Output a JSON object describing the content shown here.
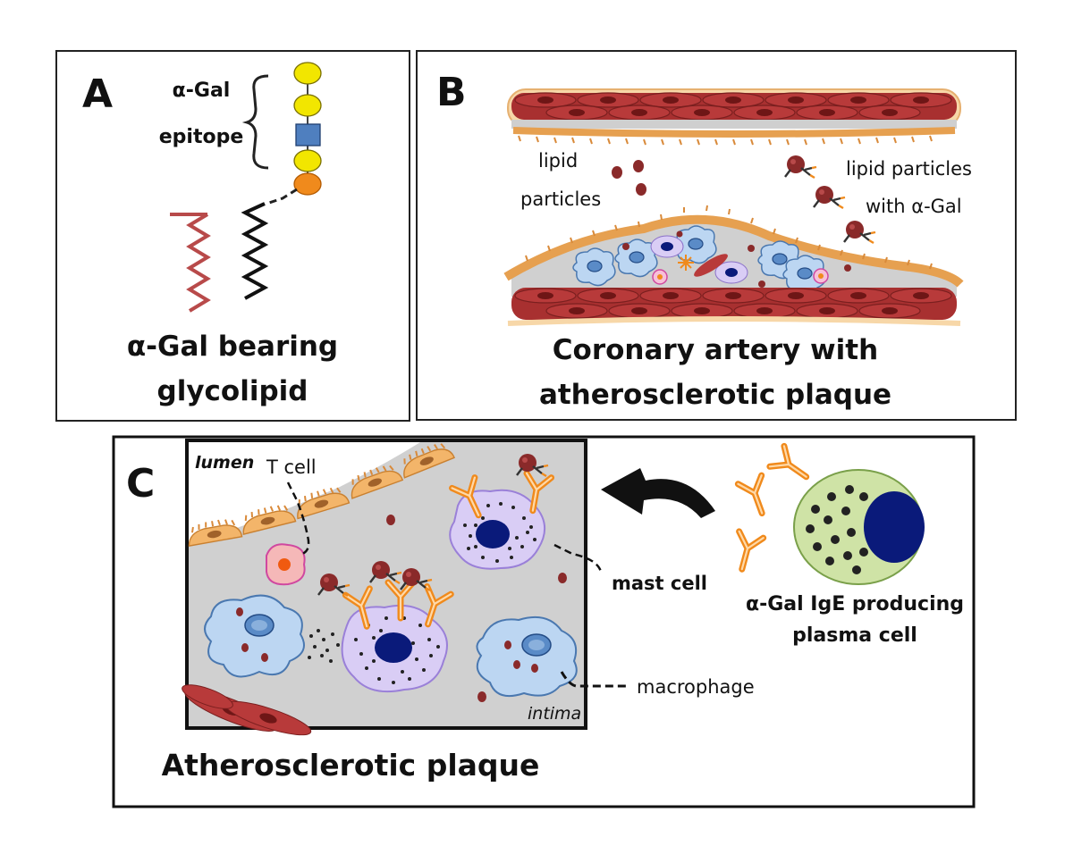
{
  "panel_a": {
    "letter": "A",
    "epitope_line1": "α-Gal",
    "epitope_line2": "epitope",
    "title_line1": "α-Gal bearing",
    "title_line2": "glycolipid"
  },
  "panel_b": {
    "letter": "B",
    "lipid_label_line1": "lipid",
    "lipid_label_line2": "particles",
    "agal_label_line1": "lipid particles",
    "agal_label_line2": "with α-Gal",
    "title_line1": "Coronary artery with",
    "title_line2": "atherosclerotic plaque"
  },
  "panel_c": {
    "letter": "C",
    "lumen": "lumen",
    "t_cell": "T cell",
    "intima": "intima",
    "mast_cell": "mast cell",
    "macrophage": "macrophage",
    "plasma_line1": "α-Gal IgE producing",
    "plasma_line2": "plasma cell",
    "title": "Atherosclerotic plaque"
  },
  "colors": {
    "galactose": "#f2e600",
    "glcnac": "#4f7fbf",
    "glucose": "#f08a1c",
    "lipid_tail_red": "#b84a4a",
    "smooth_muscle": "#b83a3a",
    "endothelium": "#f3b56a",
    "plaque_gray": "#d0d0d0",
    "macrophage_blue": "#bcd6f2",
    "mast_cell_purple": "#d9cdf5",
    "nucleus_navy": "#0a1a7a",
    "antibody_orange": "#f08a1c",
    "plasma_green": "#cfe3a6"
  }
}
